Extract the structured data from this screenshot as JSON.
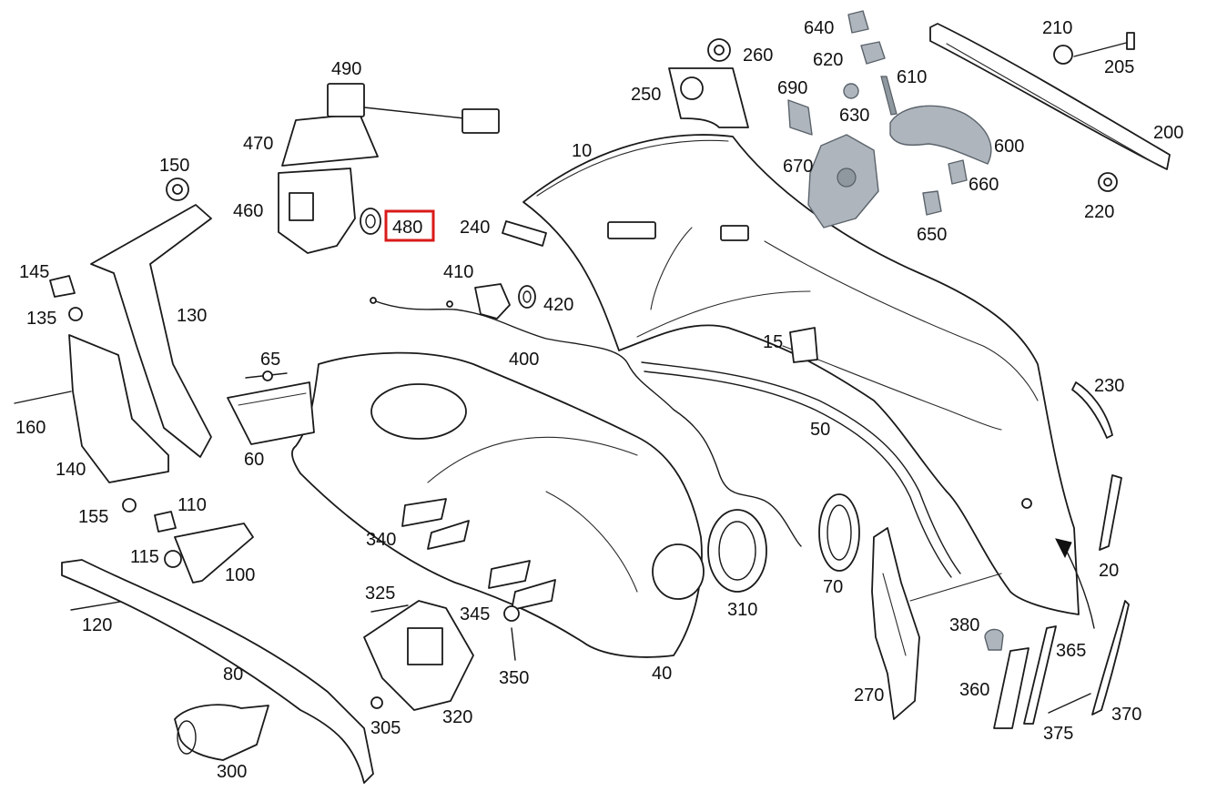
{
  "diagram": {
    "highlight_color": "#d91a1a",
    "shaded_part_color": "#aeb5bd",
    "highlighted_label": "480",
    "labels": {
      "l10": "10",
      "l15": "15",
      "l20": "20",
      "l40": "40",
      "l50": "50",
      "l60": "60",
      "l65": "65",
      "l70": "70",
      "l80": "80",
      "l100": "100",
      "l110": "110",
      "l115": "115",
      "l120": "120",
      "l130": "130",
      "l135": "135",
      "l140": "140",
      "l145": "145",
      "l150": "150",
      "l155": "155",
      "l160": "160",
      "l200": "200",
      "l205": "205",
      "l210": "210",
      "l220": "220",
      "l230": "230",
      "l240": "240",
      "l250": "250",
      "l260": "260",
      "l270": "270",
      "l300": "300",
      "l305": "305",
      "l310": "310",
      "l320": "320",
      "l325": "325",
      "l340": "340",
      "l345": "345",
      "l350": "350",
      "l360": "360",
      "l365": "365",
      "l370": "370",
      "l375": "375",
      "l380": "380",
      "l400": "400",
      "l410": "410",
      "l420": "420",
      "l460": "460",
      "l470": "470",
      "l480": "480",
      "l490": "490",
      "l600": "600",
      "l610": "610",
      "l620": "620",
      "l630": "630",
      "l640": "640",
      "l650": "650",
      "l660": "660",
      "l670": "670",
      "l690": "690"
    }
  }
}
